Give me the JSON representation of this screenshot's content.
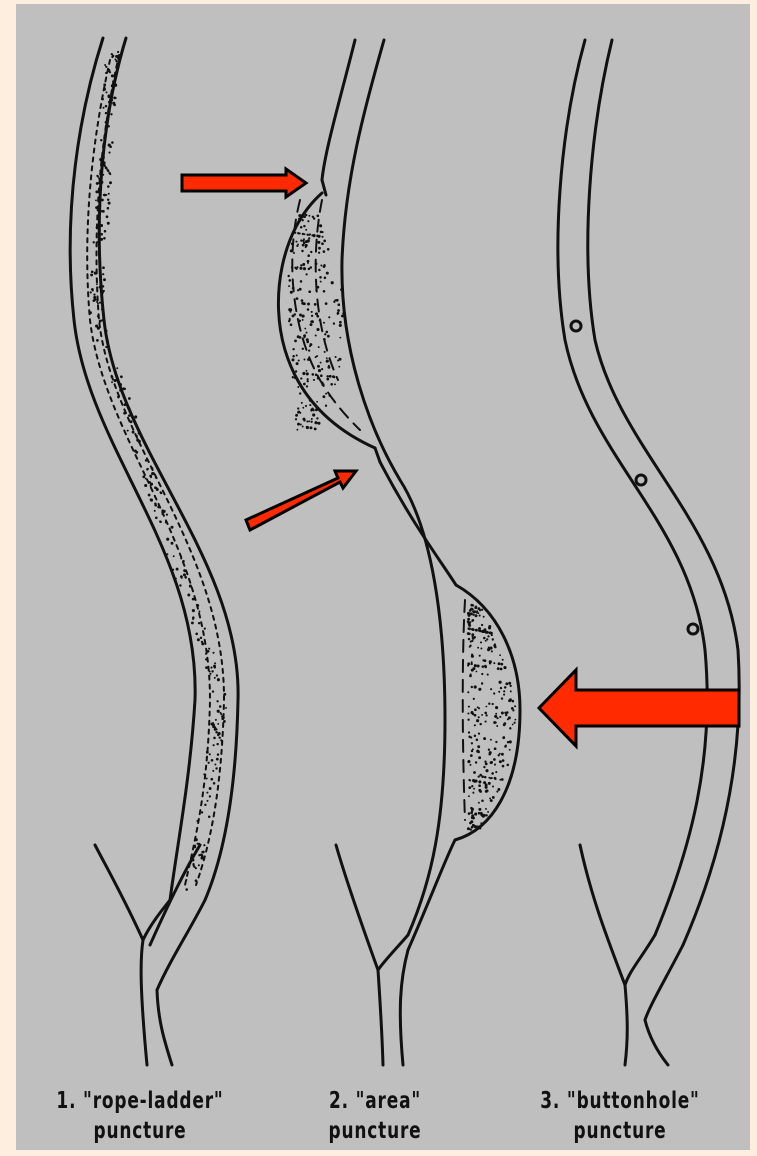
{
  "captions": [
    {
      "line1": "1. \"rope-ladder\"",
      "line2": "puncture"
    },
    {
      "line1": "2. \"area\"",
      "line2": "puncture"
    },
    {
      "line1": "3. \"buttonhole\"",
      "line2": "puncture"
    }
  ],
  "colors": {
    "page_background": "#fdeee0",
    "panel_background": "#bfbfbf",
    "ink": "#111111",
    "arrow_fill": "#ff2a00",
    "arrow_outline": "#000000"
  },
  "arrows": [
    {
      "name": "small-arrow-top",
      "points": "right"
    },
    {
      "name": "small-arrow-middle",
      "points": "upper-right"
    },
    {
      "name": "large-arrow",
      "points": "left"
    }
  ]
}
